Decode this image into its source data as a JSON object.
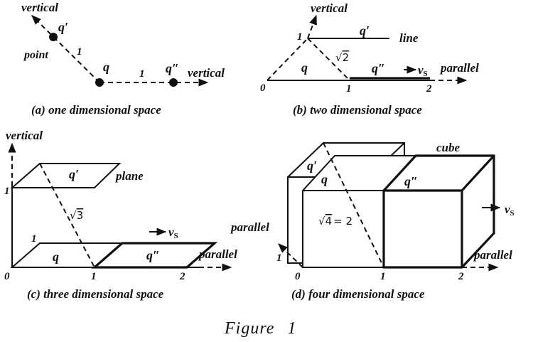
{
  "a": {
    "vertical": "vertical",
    "q_prime": "q′",
    "point": "point",
    "one_left": "1",
    "q": "q",
    "one_right": "1",
    "q_dprime": "q″",
    "vertical_right": "vertical",
    "caption": "(a) one dimensional space"
  },
  "b": {
    "vertical": "vertical",
    "one_top": "1",
    "q_prime": "q′",
    "line": "line",
    "sqrt_sign": "√",
    "sqrt_arg": "2",
    "q": "q",
    "q_dprime": "q″",
    "v_s": "v",
    "v_sub": "S",
    "parallel": "parallel",
    "zero": "0",
    "one": "1",
    "two": "2",
    "caption": "(b) two dimensional space"
  },
  "c": {
    "vertical": "vertical",
    "one_axis": "1",
    "q_prime": "q′",
    "plane": "plane",
    "sqrt_sign": "√",
    "sqrt_arg": "3",
    "one_depth": "1",
    "v_s": "v",
    "v_sub": "S",
    "q": "q",
    "q_dprime": "q″",
    "parallel": "parallel",
    "zero": "0",
    "one": "1",
    "two": "2",
    "caption": "(c) three dimensional space"
  },
  "d": {
    "cube": "cube",
    "q_prime": "q′",
    "q": "q",
    "q_dprime": "q″",
    "sqrt_sign": "√",
    "sqrt_arg": "4",
    "sqrt_eq": "= 2",
    "v_s": "v",
    "v_sub": "S",
    "parallel_left": "parallel",
    "one_depth": "1",
    "parallel_right": "parallel",
    "zero": "0",
    "one": "1",
    "two": "2",
    "caption": "(d) four dimensional space"
  },
  "figure": {
    "label": "Figure",
    "number": "1"
  }
}
